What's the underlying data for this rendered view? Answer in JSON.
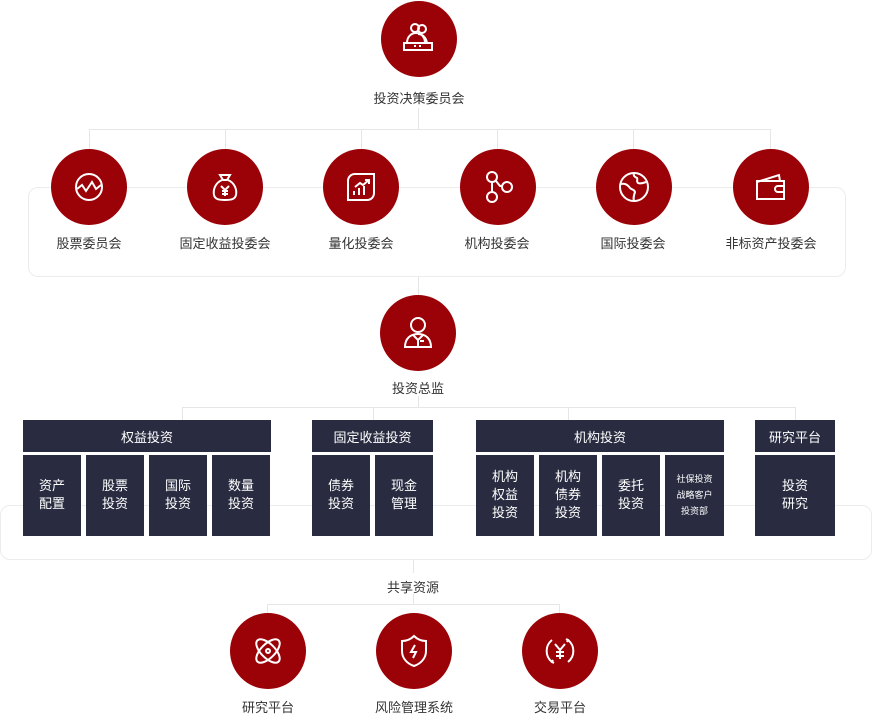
{
  "top": {
    "label": "投资决策委员会",
    "icon": "committee-icon"
  },
  "committees": [
    {
      "label": "股票委员会",
      "icon": "stock-chart-icon"
    },
    {
      "label": "固定收益投委会",
      "icon": "money-bag-icon"
    },
    {
      "label": "量化投委会",
      "icon": "growth-chart-icon"
    },
    {
      "label": "机构投委会",
      "icon": "network-icon"
    },
    {
      "label": "国际投委会",
      "icon": "globe-icon"
    },
    {
      "label": "非标资产投委会",
      "icon": "wallet-icon"
    }
  ],
  "director": {
    "label": "投资总监",
    "icon": "person-icon"
  },
  "departments": [
    {
      "title": "权益投资",
      "items": [
        "资产\n配置",
        "股票\n投资",
        "国际\n投资",
        "数量\n投资"
      ]
    },
    {
      "title": "固定收益投资",
      "items": [
        "债券\n投资",
        "现金\n管理"
      ]
    },
    {
      "title": "机构投资",
      "items": [
        "机构\n权益\n投资",
        "机构\n债券\n投资",
        "委托\n投资",
        "社保投资\n战略客户\n投资部"
      ]
    },
    {
      "title": "研究平台",
      "items": [
        "投资\n研究"
      ]
    }
  ],
  "shared": {
    "label": "共享资源",
    "items": [
      {
        "label": "研究平台",
        "icon": "atom-icon"
      },
      {
        "label": "风险管理系统",
        "icon": "shield-icon"
      },
      {
        "label": "交易平台",
        "icon": "yuan-exchange-icon"
      }
    ]
  },
  "colors": {
    "accent": "#9b0207",
    "block": "#292c40",
    "line": "#e6e6e6"
  }
}
